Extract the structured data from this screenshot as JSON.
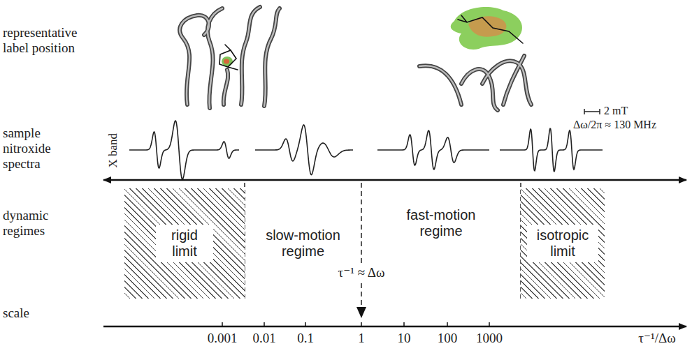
{
  "diagram": {
    "nodes": [
      {
        "text": [
          "rigid limit"
        ]
      },
      {
        "text": [
          "slow-motion regime"
        ]
      },
      {
        "text": [
          "fast-motion regime"
        ]
      },
      {
        "text": [
          "isotropic limit"
        ]
      }
    ],
    "labels": [
      "representative label position",
      "sample nitroxide spectra",
      "dynamic regimes",
      "scale",
      "X band",
      "2 mT",
      "Δω/2π ≈ 130 MHz",
      "τ⁻¹ ≈ Δω",
      "0.001",
      "0.01",
      "0.1",
      "1",
      "10",
      "100",
      "1000",
      "τ⁻¹/Δω"
    ]
  }
}
